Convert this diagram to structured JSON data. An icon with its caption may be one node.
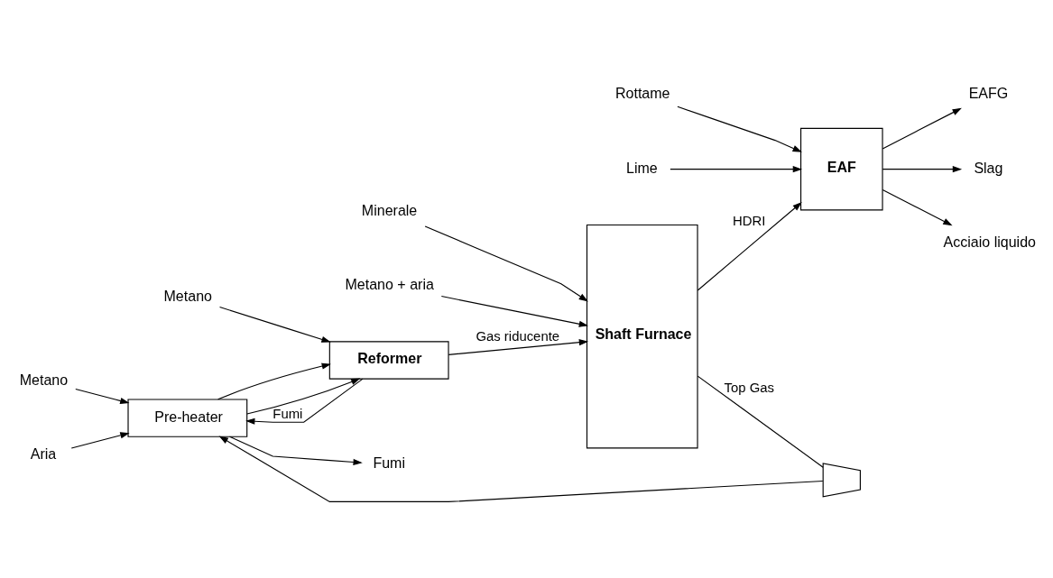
{
  "diagram": {
    "nodes": [
      {
        "text": [
          "Pre-heater"
        ]
      },
      {
        "text": [
          "Reformer"
        ]
      },
      {
        "text": [
          "Shaft Furnace"
        ]
      },
      {
        "text": [
          "EAF"
        ]
      },
      {
        "text": [],
        "shape": "trapezoid"
      },
      {
        "text": [
          "Metano"
        ]
      },
      {
        "text": [
          "Aria"
        ]
      },
      {
        "text": [
          "Fumi"
        ]
      },
      {
        "text": [
          "Minerale"
        ]
      },
      {
        "text": [
          "Metano + aria"
        ]
      },
      {
        "text": [
          "Metano"
        ]
      },
      {
        "text": [
          "EAFG"
        ]
      },
      {
        "text": [
          "Slag"
        ]
      },
      {
        "text": [
          "Acciaio liquido"
        ]
      },
      {
        "text": [
          "Rottame"
        ]
      },
      {
        "text": [
          "Lime"
        ]
      }
    ],
    "edges": [
      {
        "from": 2,
        "to": 4,
        "arrow": "none",
        "label": "Top Gas"
      },
      {
        "from": 4,
        "to": 0,
        "arrow": "to"
      },
      {
        "from": 5,
        "to": 0,
        "arrow": "to"
      },
      {
        "from": 6,
        "to": 0,
        "arrow": "to"
      },
      {
        "from": 0,
        "to": 7,
        "arrow": "to"
      },
      {
        "from": 1,
        "to": 0,
        "arrow": "to",
        "label": "Fumi"
      },
      {
        "from": 0,
        "to": 1,
        "arrow": "to"
      },
      {
        "from": 0,
        "to": 1,
        "arrow": "to"
      },
      {
        "from": 10,
        "to": 1,
        "arrow": "to"
      },
      {
        "from": 1,
        "to": 2,
        "arrow": "to",
        "label": "Gas riducente"
      },
      {
        "from": 9,
        "to": 2,
        "arrow": "to"
      },
      {
        "from": 8,
        "to": 2,
        "arrow": "to"
      },
      {
        "from": 2,
        "to": 3,
        "arrow": "to",
        "label": "HDRI"
      },
      {
        "from": 14,
        "to": 3,
        "arrow": "to"
      },
      {
        "from": 15,
        "to": 3,
        "arrow": "to"
      },
      {
        "from": 3,
        "to": 11,
        "arrow": "to"
      },
      {
        "from": 3,
        "to": 12,
        "arrow": "to"
      },
      {
        "from": 3,
        "to": 13,
        "arrow": "to"
      }
    ]
  }
}
